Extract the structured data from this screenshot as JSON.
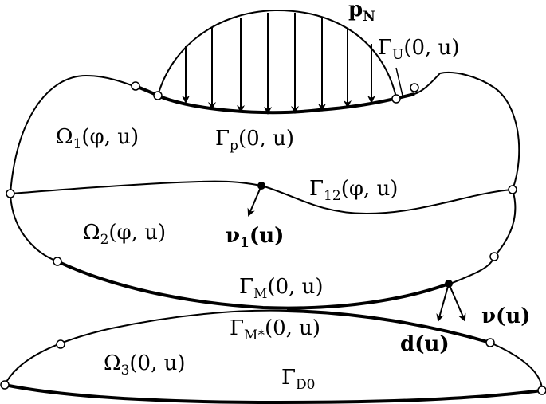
{
  "labels": {
    "p_N": "pN",
    "gamma_U": "ΓU(0, u)",
    "gamma_p": "Γp(0, u)",
    "omega1": "Ω1(φ, u)",
    "gamma12": "Γ12(φ, u)",
    "omega2": "Ω2(φ, u)",
    "nu1": "ν1(u)",
    "gamma_M": "ΓM(0, u)",
    "gamma_Mstar": "ΓM*(0, u)",
    "nu": "ν(u)",
    "d": "d(u)",
    "omega3": "Ω3(0, u)",
    "gamma_D0": "ΓD0"
  },
  "parts": {
    "gamma_u_sub": "U",
    "gamma_p_sub": "p",
    "omega_1_sub": "1",
    "gamma_12_sub": "12",
    "omega_2_sub": "2",
    "nu_1_sub": "1",
    "gamma_m_sub": "M",
    "gamma_mstar_sub": "M*",
    "omega_3_sub": "3",
    "gamma_d0_sub": "D0",
    "p_n_sub": "N",
    "phi_u": "(φ, u)",
    "zero_u": "(0, u)",
    "u_arg": "(u)"
  },
  "colors": {
    "stroke": "#000000",
    "node_fill": "#ffffff"
  }
}
